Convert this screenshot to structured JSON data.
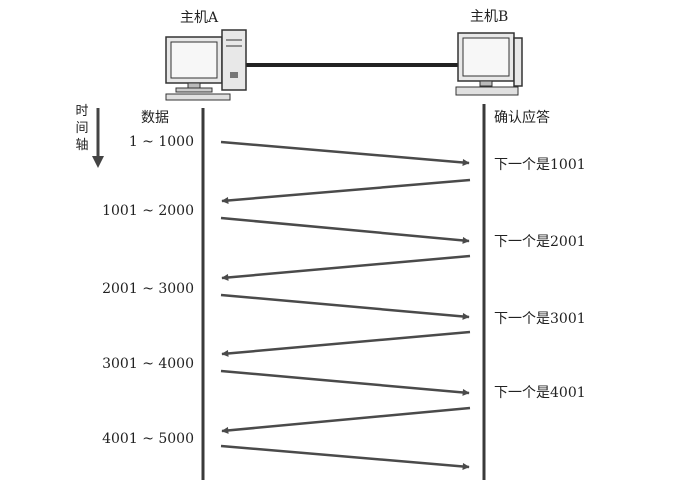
{
  "host_a": {
    "label": "主机A"
  },
  "host_b": {
    "label": "主机B"
  },
  "time_axis": {
    "chars": [
      "时",
      "间",
      "轴"
    ]
  },
  "data_header": "数据",
  "ack_header": "确认应答",
  "segments": [
    {
      "data": "1 ~ 1000",
      "ack": "下一个是1001"
    },
    {
      "data": "1001 ~ 2000",
      "ack": "下一个是2001"
    },
    {
      "data": "2001 ~ 3000",
      "ack": "下一个是3001"
    },
    {
      "data": "3001 ~ 4000",
      "ack": "下一个是4001"
    },
    {
      "data": "4001 ~ 5000",
      "ack": ""
    }
  ],
  "colors": {
    "line": "#3a3a3a",
    "arrow": "#4a4a4a",
    "text": "#222222"
  }
}
